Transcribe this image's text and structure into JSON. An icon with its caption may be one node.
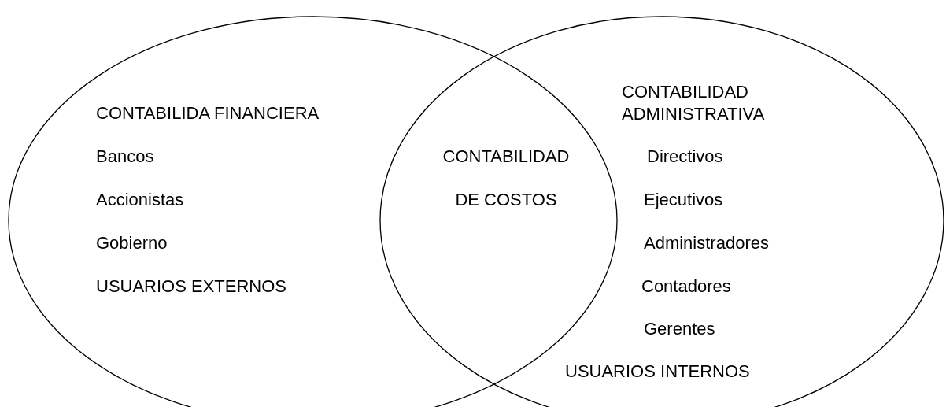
{
  "diagram": {
    "nodes": [
      {
        "text": [
          "CONTABILIDA FINANCIERA",
          "Bancos",
          "Accionistas",
          "Gobierno",
          "USUARIOS EXTERNOS"
        ]
      },
      {
        "text": [
          "CONTABILIDAD ADMINISTRATIVA",
          "Directivos",
          "Ejecutivos",
          "Administradores",
          "Contadores",
          "Gerentes",
          "USUARIOS INTERNOS"
        ]
      }
    ],
    "edges": [],
    "labels": [
      "CONTABILIDAD DE COSTOS"
    ]
  }
}
